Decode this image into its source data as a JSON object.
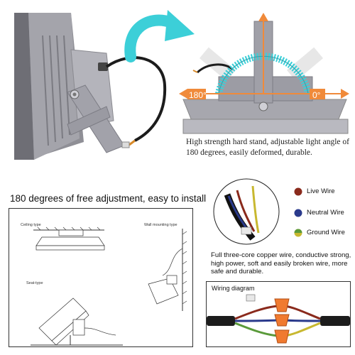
{
  "top_right": {
    "angle_left": "180°",
    "angle_right": "0°",
    "caption": "High strength hard stand, adjustable light angle of 180 degrees, easily deformed, durable."
  },
  "install": {
    "title": "180 degrees of free adjustment, easy to install",
    "ceiling_label": "Ceiling type",
    "wall_label": "Wall mounting type",
    "seat_label": "Seat-type"
  },
  "wires": {
    "legend": [
      {
        "label": "Live Wire",
        "color": "#8a2a1c"
      },
      {
        "label": "Neutral Wire",
        "color": "#2a3a8c"
      },
      {
        "label": "Ground Wire",
        "color": "#c8b830"
      }
    ],
    "caption": "Full three-core copper wire, conductive strong, high power, soft and easily broken wire, more safe and durable."
  },
  "wiring": {
    "title": "Wiring diagram"
  },
  "colors": {
    "accent_teal": "#3ccfd8",
    "arrow_orange": "#f08a3a",
    "housing_gray": "#9a9aa2",
    "connector_orange": "#f07a30"
  }
}
